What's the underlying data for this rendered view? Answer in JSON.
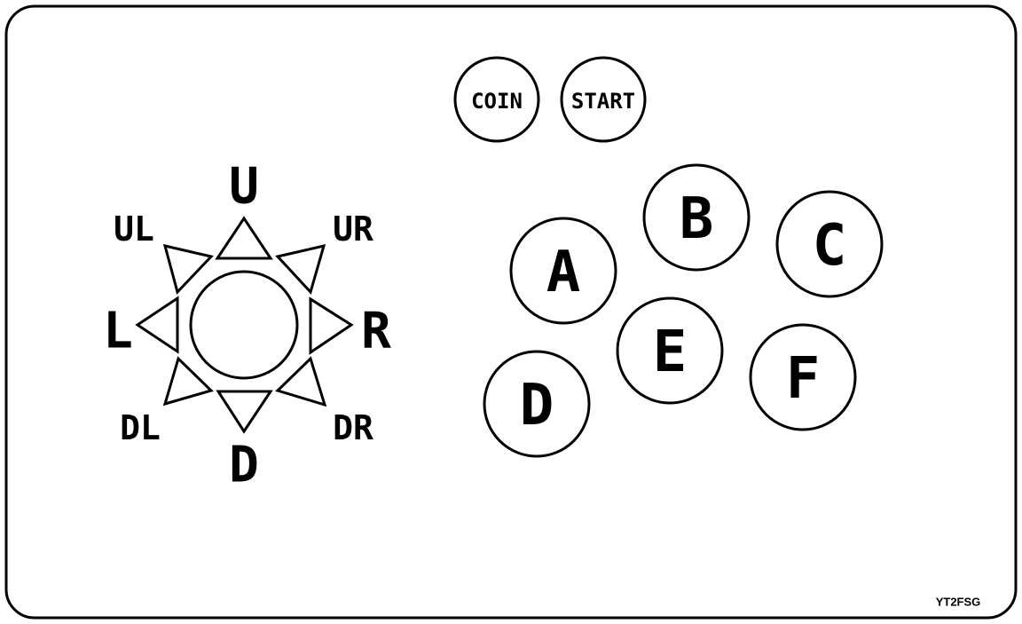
{
  "joystick": {
    "directions": {
      "U": "U",
      "UR": "UR",
      "R": "R",
      "DR": "DR",
      "D": "D",
      "DL": "DL",
      "L": "L",
      "UL": "UL"
    }
  },
  "system_buttons": {
    "coin": "COIN",
    "start": "START"
  },
  "action_buttons": {
    "a": "A",
    "b": "B",
    "c": "C",
    "d": "D",
    "e": "E",
    "f": "F"
  },
  "footer": {
    "label": "YT2FSG"
  },
  "colors": {
    "stroke": "#000000",
    "background": "#ffffff"
  }
}
